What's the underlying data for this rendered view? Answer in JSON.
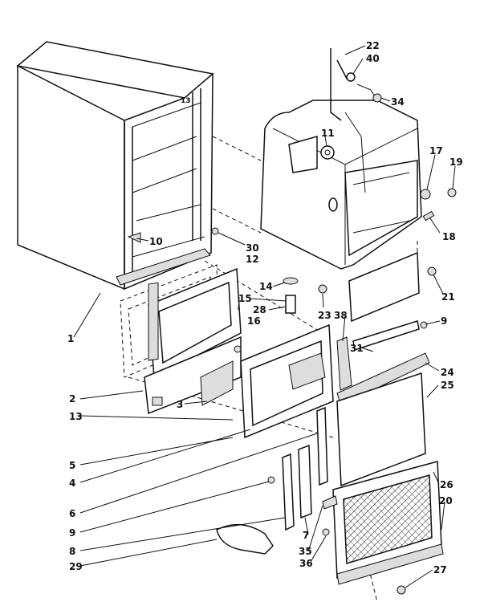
{
  "callouts": [
    "1",
    "2",
    "3",
    "4",
    "5",
    "6",
    "7",
    "8",
    "9",
    "9",
    "10",
    "11",
    "12",
    "13",
    "14",
    "15",
    "16",
    "17",
    "18",
    "19",
    "20",
    "21",
    "22",
    "23",
    "24",
    "25",
    "26",
    "27",
    "28",
    "29",
    "30",
    "31",
    "34",
    "35",
    "36",
    "38",
    "40"
  ]
}
